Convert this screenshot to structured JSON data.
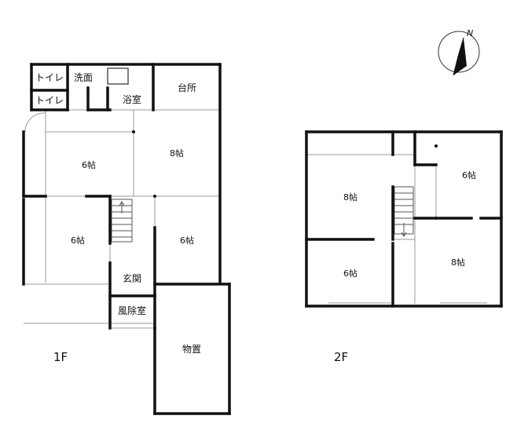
{
  "floors": [
    {
      "label": "1F",
      "rooms": [
        "トイレ",
        "トイレ",
        "洗面",
        "浴室",
        "台所",
        "6帖",
        "8帖",
        "6帖",
        "6帖",
        "玄関",
        "風除室",
        "物置"
      ]
    },
    {
      "label": "2F",
      "rooms": [
        "8帖",
        "6帖",
        "6帖",
        "8帖"
      ]
    }
  ],
  "compass": {
    "label": "N",
    "icon": "north-arrow-icon"
  },
  "colors": {
    "wall": "#111111",
    "thin_line": "#9a9a9a",
    "background": "#ffffff"
  }
}
